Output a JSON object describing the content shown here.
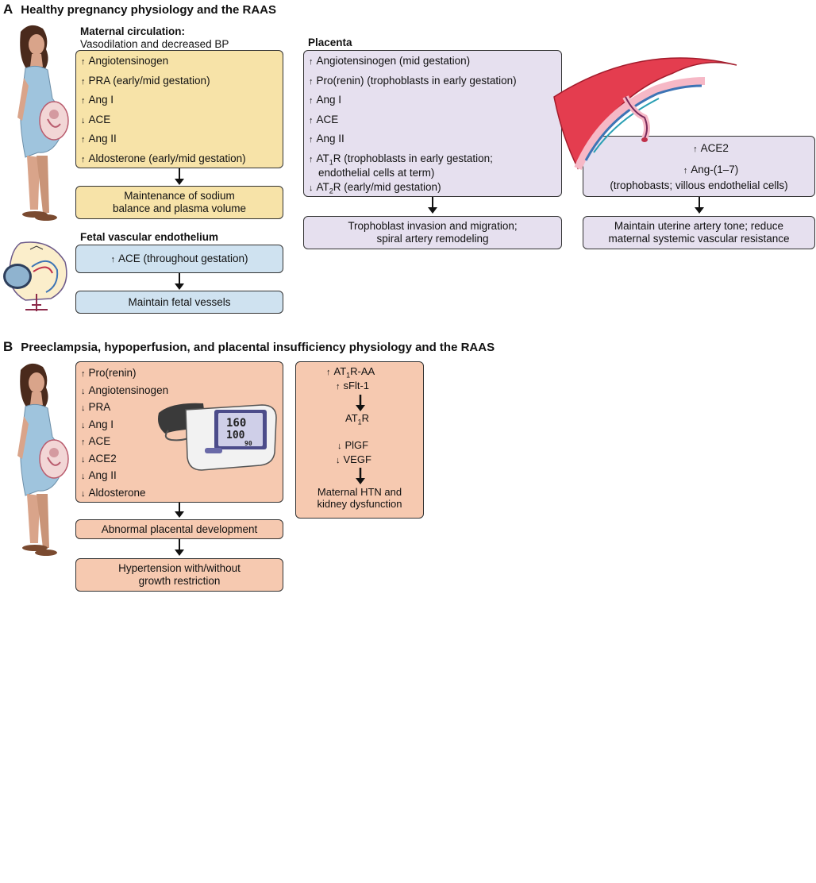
{
  "section_a": {
    "letter": "A",
    "title": "Healthy pregnancy physiology and the RAAS",
    "maternal": {
      "heading": "Maternal circulation:",
      "subheading": "Vasodilation and decreased BP",
      "items": [
        {
          "dir": "up",
          "text": "Angiotensinogen"
        },
        {
          "dir": "up",
          "text": "PRA (early/mid gestation)"
        },
        {
          "dir": "up",
          "text": "Ang I"
        },
        {
          "dir": "down",
          "text": "ACE"
        },
        {
          "dir": "up",
          "text": "Ang II"
        },
        {
          "dir": "up",
          "text": "Aldosterone (early/mid gestation)"
        }
      ],
      "outcome_line1": "Maintenance of sodium",
      "outcome_line2": "balance and plasma volume"
    },
    "fetal": {
      "heading": "Fetal vascular endothelium",
      "item": "ACE (throughout gestation)",
      "outcome": "Maintain fetal vessels"
    },
    "placenta": {
      "heading": "Placenta",
      "items": [
        {
          "dir": "up",
          "text": "Angiotensinogen (mid gestation)"
        },
        {
          "dir": "up",
          "text": "Pro(renin) (trophoblasts in early gestation)"
        },
        {
          "dir": "up",
          "text": "Ang I"
        },
        {
          "dir": "up",
          "text": "ACE"
        },
        {
          "dir": "up",
          "text": "Ang II"
        }
      ],
      "at1r_prefix": "AT",
      "at1r_sub": "1",
      "at1r_rest": "R (trophoblasts in early gestation;",
      "at1r_line2": "endothelial cells at term)",
      "at2r_prefix": "AT",
      "at2r_sub": "2",
      "at2r_rest": "R (early/mid gestation)",
      "outcome_line1": "Trophoblast invasion and migration;",
      "outcome_line2": "spiral artery remodeling"
    },
    "ace2_box": {
      "item1": "ACE2",
      "item2": "Ang-(1–7)",
      "note": "(trophobasts; villous endothelial cells)",
      "outcome_line1": "Maintain uterine artery tone; reduce",
      "outcome_line2": "maternal systemic vascular resistance"
    }
  },
  "section_b": {
    "letter": "B",
    "title": "Preeclampsia, hypoperfusion, and placental insufficiency physiology and the RAAS",
    "items": [
      {
        "dir": "up",
        "text": "Pro(renin)"
      },
      {
        "dir": "down",
        "text": "Angiotensinogen"
      },
      {
        "dir": "down",
        "text": "PRA"
      },
      {
        "dir": "down",
        "text": "Ang I"
      },
      {
        "dir": "up",
        "text": "ACE"
      },
      {
        "dir": "down",
        "text": "ACE2"
      },
      {
        "dir": "down",
        "text": "Ang II"
      },
      {
        "dir": "down",
        "text": "Aldosterone"
      }
    ],
    "bp_display": {
      "sys": "160",
      "dia": "100",
      "pulse": "90"
    },
    "outcome1": "Abnormal placental development",
    "outcome2_line1": "Hypertension with/without",
    "outcome2_line2": "growth restriction",
    "right": {
      "aa_prefix": "AT",
      "aa_sub": "1",
      "aa_rest": "R-AA",
      "sflt": "sFlt-1",
      "at1r_prefix": "AT",
      "at1r_sub": "1",
      "at1r_rest": "R",
      "pigf": "PlGF",
      "vegf": "VEGF",
      "result_line1": "Maternal HTN and",
      "result_line2": "kidney dysfunction"
    }
  },
  "colors": {
    "yellow": "#f7e3a8",
    "lavender": "#e6e0ef",
    "blue": "#cfe2f0",
    "peach": "#f6c9b0",
    "placenta_red": "#e43d4f"
  }
}
